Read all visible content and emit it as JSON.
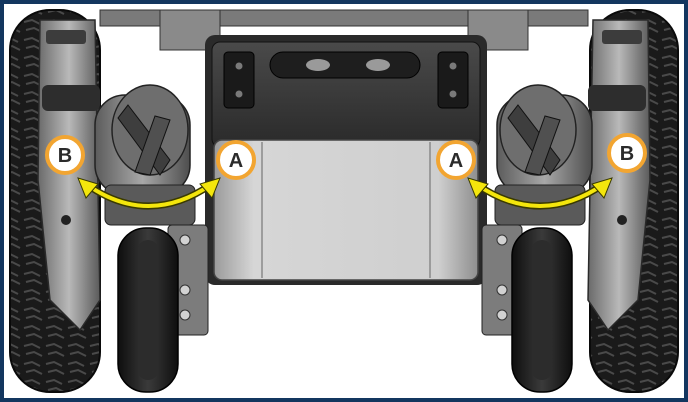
{
  "callouts": {
    "a_label": "A",
    "b_label": "B"
  },
  "colors": {
    "frame_border": "#13365f",
    "callout_fill": "#ffffff",
    "callout_ring": "#f2a531",
    "arrow": "#f4e60c",
    "tire": "#161616",
    "tread": "#454545",
    "plate_light": "#c9c9c9",
    "plate_dark": "#3a3a3a",
    "metal": "#8d8d8d"
  },
  "icons": {
    "callout_marker": "circle-letter-badge",
    "motion_arrow": "curved-double-arrow"
  }
}
